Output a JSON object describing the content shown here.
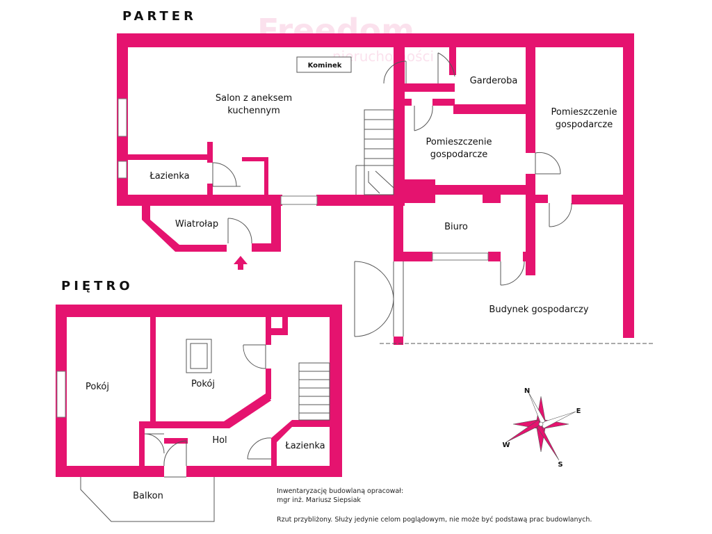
{
  "titles": {
    "ground_floor": "PARTER",
    "upper_floor": "PIĘTRO"
  },
  "watermark": {
    "line1": "Freedom",
    "line2": "nieruchomości"
  },
  "ground_floor_rooms": {
    "salon": [
      "Salon z aneksem",
      "kuchennym"
    ],
    "kominek": "Kominek",
    "lazienka": "Łazienka",
    "wiatrolap": "Wiatrołap",
    "garderoba": "Garderoba",
    "pomieszczenie_1": [
      "Pomieszczenie",
      "gospodarcze"
    ],
    "pomieszczenie_2": [
      "Pomieszczenie",
      "gospodarcze"
    ],
    "biuro": "Biuro",
    "budynek": "Budynek gospodarczy"
  },
  "upper_floor_rooms": {
    "pokoj_left": "Pokój",
    "pokoj_mid": "Pokój",
    "hol": "Hol",
    "lazienka": "Łazienka",
    "balkon": "Balkon"
  },
  "compass": {
    "n": "N",
    "e": "E",
    "s": "S",
    "w": "W"
  },
  "notes": {
    "author_line1": "Inwentaryzację budowlaną opracował:",
    "author_line2": "mgr inż. Mariusz Siepsiak",
    "disclaimer": "Rzut przybliżony. Służy jedynie celom poglądowym, nie może być podstawą prac budowlanych."
  },
  "colors": {
    "wall": "#e5136f",
    "line": "#555555"
  }
}
